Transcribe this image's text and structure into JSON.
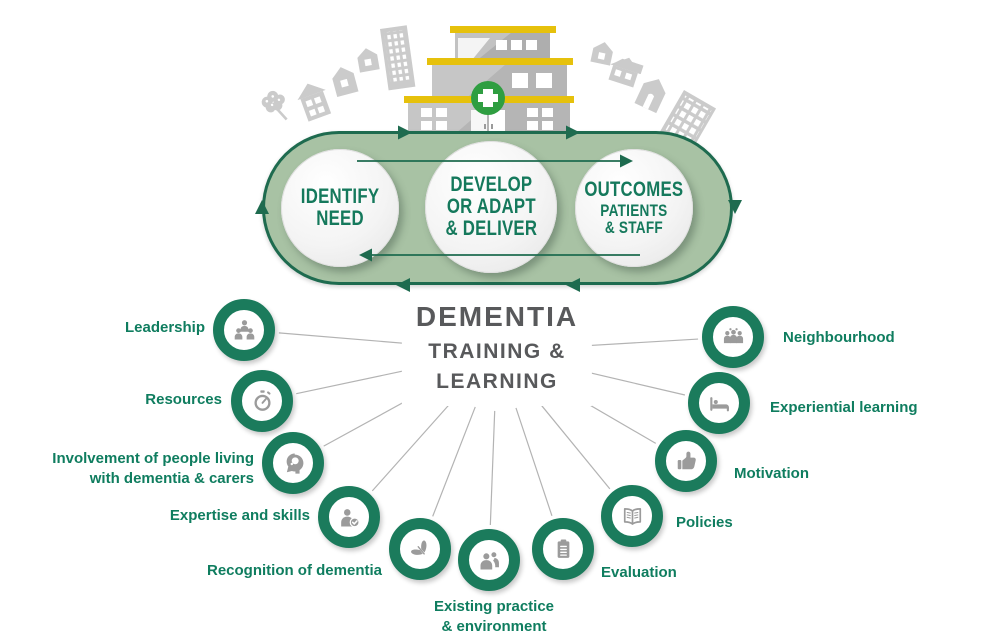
{
  "title": {
    "main": "DEMENTIA",
    "sub": "TRAINING &\nLEARNING"
  },
  "cycle": {
    "steps": [
      {
        "title": "IDENTIFY\nNEED"
      },
      {
        "title": "DEVELOP\nOR ADAPT\n& DELIVER"
      },
      {
        "title": "OUTCOMES",
        "subtitle": "PATIENTS\n& STAFF"
      }
    ]
  },
  "factors": [
    {
      "label": "Leadership",
      "icon": "people-group-icon"
    },
    {
      "label": "Resources",
      "icon": "stopwatch-icon"
    },
    {
      "label": "Involvement of people living\nwith dementia & carers",
      "icon": "head-mind-icon"
    },
    {
      "label": "Expertise and skills",
      "icon": "person-check-icon"
    },
    {
      "label": "Recognition of dementia",
      "icon": "butterfly-icon"
    },
    {
      "label": "Existing practice\n& environment",
      "icon": "two-people-icon"
    },
    {
      "label": "Evaluation",
      "icon": "clipboard-icon"
    },
    {
      "label": "Policies",
      "icon": "open-book-icon"
    },
    {
      "label": "Motivation",
      "icon": "thumbs-up-icon"
    },
    {
      "label": "Experiential learning",
      "icon": "bed-icon"
    },
    {
      "label": "Neighbourhood",
      "icon": "crowd-icon"
    }
  ],
  "illustration": {
    "icons": [
      "tree-icon",
      "house-icons",
      "hospital-icon",
      "green-cross-icon",
      "apartment-building-icons"
    ]
  },
  "colors": {
    "pill_fill": "#a8c2a4",
    "pill_border": "#1e6b4f",
    "ring_green": "#1b7b5c",
    "label_green": "#0f7d5f",
    "cycle_text_green": "#15795c",
    "title_gray": "#58595b",
    "icon_gray": "#9b9b9b",
    "accent_yellow": "#e6c10c",
    "cross_green": "#2f9e41",
    "line_gray": "#b3b3b3"
  }
}
